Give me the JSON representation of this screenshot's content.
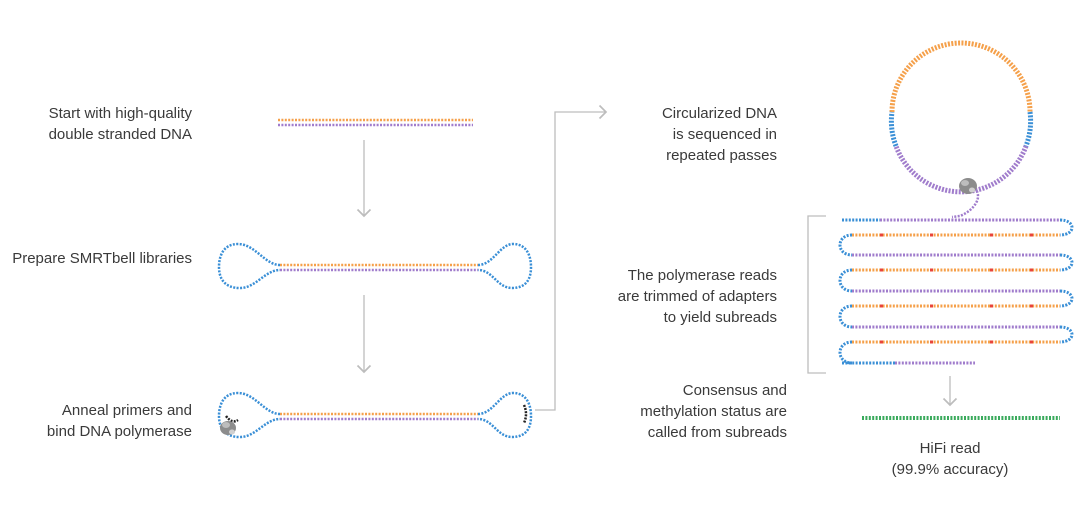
{
  "steps": {
    "start": {
      "lines": [
        "Start with high-quality",
        "double stranded DNA"
      ]
    },
    "prepare": {
      "lines": [
        "Prepare SMRTbell libraries"
      ]
    },
    "anneal": {
      "lines": [
        "Anneal primers and",
        "bind DNA polymerase"
      ]
    },
    "circular": {
      "lines": [
        "Circularized DNA",
        "is sequenced in",
        "repeated passes"
      ]
    },
    "trim": {
      "lines": [
        "The polymerase reads",
        "are trimmed of adapters",
        "to yield subreads"
      ]
    },
    "consensus": {
      "lines": [
        "Consensus and",
        "methylation status are",
        "called from subreads"
      ]
    },
    "hifi": {
      "lines": [
        "HiFi read",
        "(99.9% accuracy)"
      ]
    }
  },
  "colors": {
    "insert_top": "#f5a04a",
    "insert_bottom": "#a07ccc",
    "adapter": "#3a8fd6",
    "subread_marker": "#e8443a",
    "hifi": "#3aaa5c",
    "arrow": "#bdbdbd",
    "polymerase": "#8c8c8c",
    "primer": "#222222"
  },
  "icons": {
    "polymerase": "polymerase-blob-icon",
    "arrow": "down-arrow-icon"
  }
}
